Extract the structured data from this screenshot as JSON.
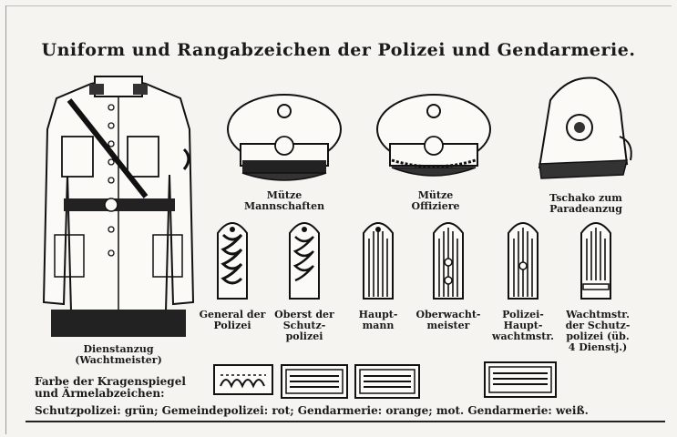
{
  "title": "Uniform und Rangabzeichen der Polizei und Gendarmerie.",
  "items": {
    "dienstanzug": "Dienstanzug\n(Wachtmeister)",
    "muetze_mannschaften": "Mütze\nMannschaften",
    "muetze_offiziere": "Mütze\nOffiziere",
    "tschako": "Tschako zum\nParadeanzug",
    "general": "General der\nPolizei",
    "oberst": "Oberst der\nSchutz-\npolizei",
    "hauptmann": "Haupt-\nmann",
    "oberwachtmeister": "Oberwacht-\nmeister",
    "polizei_hauptwachtmeister": "Polizei-\nHaupt-\nwachtmstr.",
    "wachtmeister": "Wachtmstr.\nder Schutz-\npolizei (üb.\n4 Dienstj.)"
  },
  "legend": {
    "heading": "Farbe der Kragenspiegel\nund Ärmelabzeichen:",
    "colors": "Schutzpolizei: grün; Gemeindepolizei: rot; Gendarmerie: orange; mot. Gendarmerie: weiß."
  }
}
